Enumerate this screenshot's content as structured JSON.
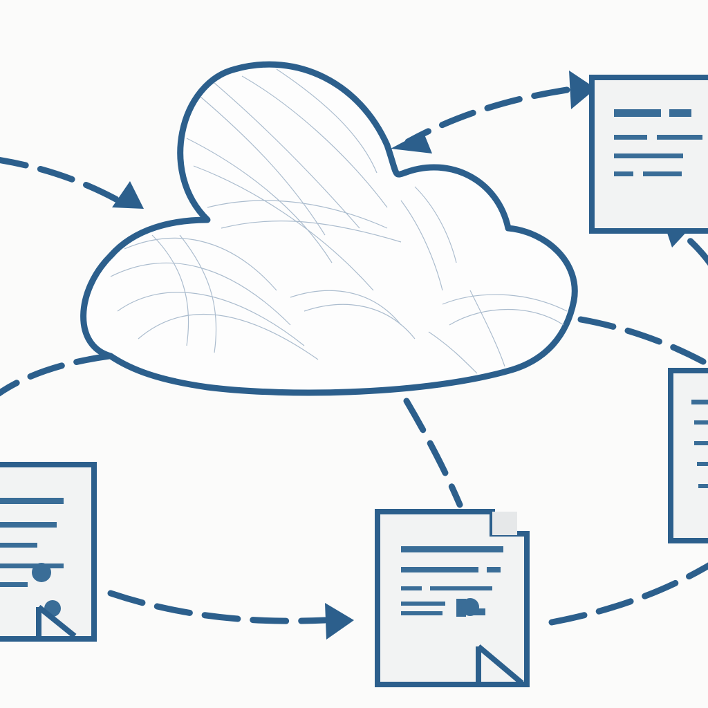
{
  "colors": {
    "background": "#fbfbfa",
    "ink": "#2c5f8c",
    "ink_light": "#8ea9c4",
    "doc_fill": "#f2f3f3",
    "sketch": "#9fb2c6"
  },
  "diagram": {
    "center_node": {
      "icon": "cloud-icon"
    },
    "document_nodes": [
      {
        "id": "doc-top-right",
        "icon": "document-icon"
      },
      {
        "id": "doc-right",
        "icon": "document-icon"
      },
      {
        "id": "doc-bottom-center",
        "icon": "document-icon"
      },
      {
        "id": "doc-bottom-left",
        "icon": "document-icon"
      }
    ],
    "connections": [
      {
        "from": "offscreen-left",
        "to": "cloud",
        "style": "dashed",
        "arrow": "end"
      },
      {
        "from": "doc-top-right",
        "to": "cloud",
        "style": "dashed",
        "arrow": "end"
      },
      {
        "from": "doc-right",
        "to": "doc-top-right",
        "style": "dashed",
        "arrow": "end"
      },
      {
        "from": "cloud",
        "to": "doc-right",
        "style": "dashed",
        "arrow": "none"
      },
      {
        "from": "cloud",
        "to": "doc-bottom-center",
        "style": "dashed",
        "arrow": "none"
      },
      {
        "from": "doc-bottom-left",
        "to": "doc-bottom-center",
        "style": "dashed",
        "arrow": "end"
      },
      {
        "from": "doc-bottom-center",
        "to": "doc-right",
        "style": "dashed",
        "arrow": "none"
      },
      {
        "from": "cloud",
        "to": "offscreen-left",
        "style": "dashed",
        "arrow": "none"
      }
    ]
  }
}
